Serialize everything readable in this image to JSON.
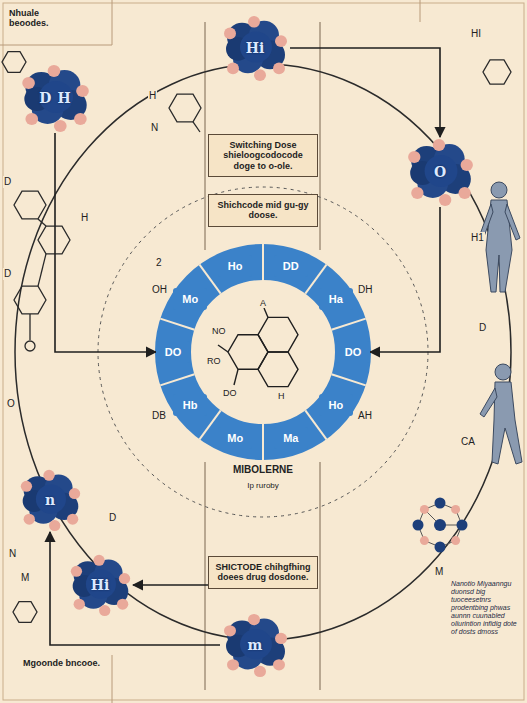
{
  "diagram": {
    "nodes": [
      {
        "text": [
          "Hi"
        ]
      },
      {
        "text": [
          "D",
          "H"
        ]
      },
      {
        "text": [
          "Switching Dose shieloogcodocode doge to o-ole."
        ]
      },
      {
        "text": [
          "O"
        ]
      },
      {
        "text": [
          "Shichcode mid gu-gy doose."
        ]
      },
      {
        "text": [
          "Ho"
        ]
      },
      {
        "text": [
          "DD"
        ]
      },
      {
        "text": [
          "Mo"
        ]
      },
      {
        "text": [
          "Ha"
        ]
      },
      {
        "text": [
          "DO"
        ]
      },
      {
        "text": [
          "DO"
        ]
      },
      {
        "text": [
          "Hb"
        ]
      },
      {
        "text": [
          "Ho"
        ]
      },
      {
        "text": [
          "Mo"
        ]
      },
      {
        "text": [
          "Ma"
        ]
      },
      {
        "text": [
          "n"
        ]
      },
      {
        "text": [
          "Hi"
        ]
      },
      {
        "text": [
          "SHICTODE chihgfhing doees drug dosdone."
        ]
      },
      {
        "text": [
          "m"
        ]
      }
    ],
    "edges": [
      {
        "from": 0,
        "to": 3,
        "arrow": "to"
      },
      {
        "from": 1,
        "to": 9,
        "arrow": "to"
      },
      {
        "from": 3,
        "to": 10,
        "arrow": "to"
      },
      {
        "from": 18,
        "to": 15,
        "arrow": "to"
      },
      {
        "from": 17,
        "to": 16,
        "arrow": "to"
      }
    ],
    "labels": [
      "Nhuale beoodes.",
      "HI",
      "H",
      "N",
      "D",
      "H",
      "2",
      "OH",
      "DH",
      "H1",
      "NO",
      "A",
      "RO",
      "DO",
      "H",
      "DB",
      "AH",
      "D",
      "CA",
      "D",
      "MIBOLERNE",
      "Ip ruroby",
      "M",
      "N",
      "M",
      "Mgoonde bncooe.",
      "Nanotio Miyaanngu duonsd big tuoceesetnrs prodentbing phwas aunnn cuunabled oliurintion infidig dote of dosts dmoss",
      "D",
      "O"
    ]
  }
}
